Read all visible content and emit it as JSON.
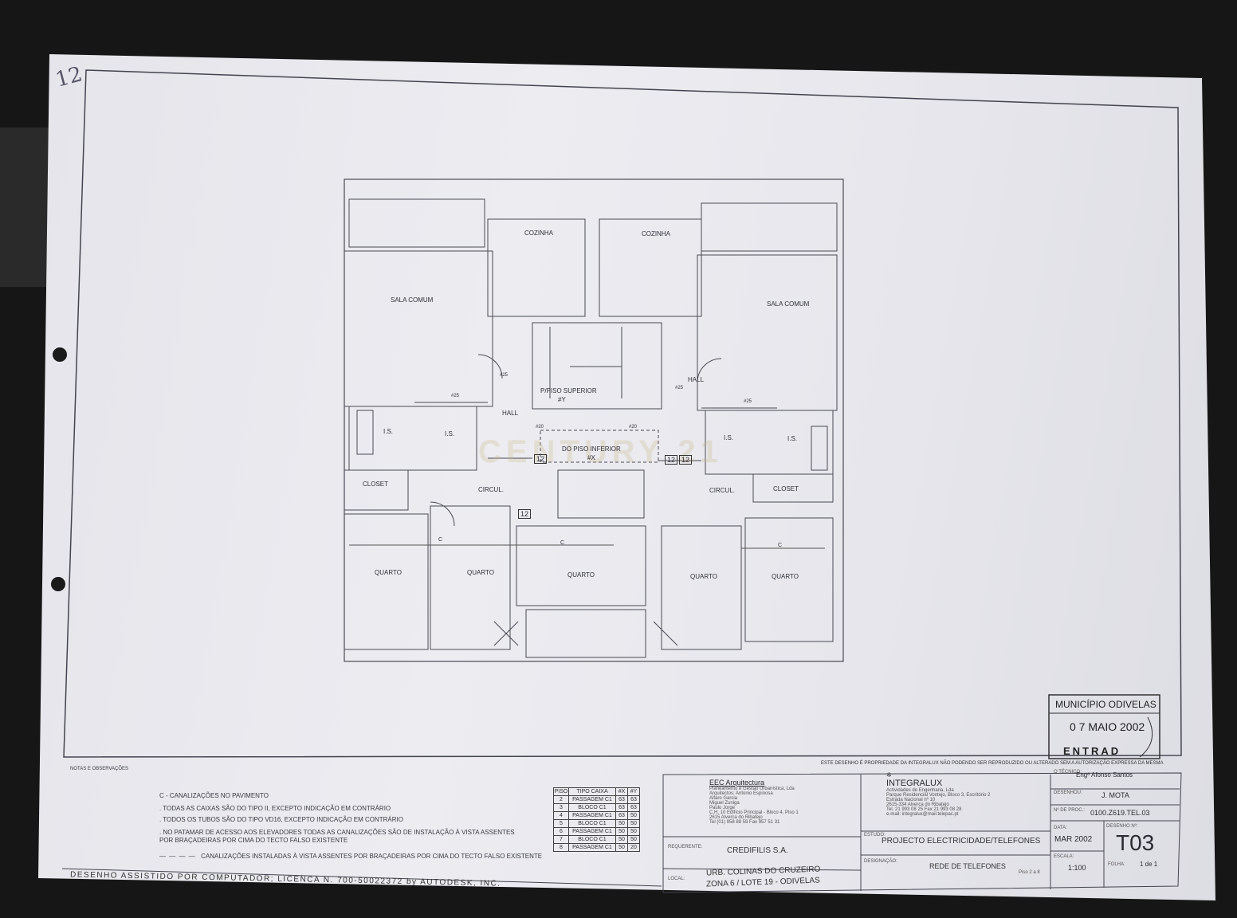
{
  "handwritten_mark": "12",
  "plan": {
    "rooms": [
      {
        "label": "COZINHA"
      },
      {
        "label": "COZINHA"
      },
      {
        "label": "SALA COMUM"
      },
      {
        "label": "SALA COMUM"
      },
      {
        "label": "HALL"
      },
      {
        "label": "HALL"
      },
      {
        "label": "P/PISO SUPERIOR"
      },
      {
        "label": "#Y"
      },
      {
        "label": "DO PISO INFERIOR"
      },
      {
        "label": "#X"
      },
      {
        "label": "I.S."
      },
      {
        "label": "I.S."
      },
      {
        "label": "I.S."
      },
      {
        "label": "I.S."
      },
      {
        "label": "CLOSET"
      },
      {
        "label": "CLOSET"
      },
      {
        "label": "CIRCUL."
      },
      {
        "label": "CIRCUL."
      },
      {
        "label": "QUARTO"
      },
      {
        "label": "QUARTO"
      },
      {
        "label": "QUARTO"
      },
      {
        "label": "QUARTO"
      },
      {
        "label": "QUARTO"
      }
    ],
    "pipe_labels": [
      "#25",
      "#25",
      "#25",
      "#25",
      "#20",
      "#20"
    ],
    "box_labels": [
      "12",
      "12",
      "12",
      "12"
    ],
    "conduit_labels": [
      "C",
      "C",
      "C"
    ],
    "watermark": "CENTURY 21"
  },
  "notes": {
    "title": "NOTAS E OBSERVAÇÕES",
    "lines": [
      "C - CANALIZAÇÕES NO PAVIMENTO",
      ". TODAS AS CAIXAS SÃO DO TIPO II, EXCEPTO INDICAÇÃO EM CONTRÁRIO",
      ". TODOS OS TUBOS SÃO DO TIPO VD16, EXCEPTO INDICAÇÃO EM CONTRÁRIO",
      ". NO PATAMAR DE ACESSO AOS ELEVADORES TODAS AS CANALIZAÇÕES SÃO DE INSTALAÇÃO À VISTA ASSENTES",
      "POR BRAÇADEIRAS POR CIMA DO TECTO FALSO EXISTENTE",
      "CANALIZAÇÕES INSTALADAS À VISTA ASSENTES POR BRAÇADEIRAS POR CIMA DO TECTO FALSO EXISTENTE"
    ],
    "license": "DESENHO ASSISTIDO POR COMPUTADOR; LICENCA   N. 700-50022372 by AUTODESK, INC."
  },
  "piso_table": {
    "headers": [
      "PISO",
      "TIPO CAIXA",
      "#X",
      "#Y"
    ],
    "rows": [
      [
        "2",
        "PASSAGEM C1",
        "63",
        "63"
      ],
      [
        "3",
        "BLOCO C1",
        "63",
        "63"
      ],
      [
        "4",
        "PASSAGEM C1",
        "63",
        "50"
      ],
      [
        "5",
        "BLOCO C1",
        "50",
        "50"
      ],
      [
        "6",
        "PASSAGEM C1",
        "50",
        "50"
      ],
      [
        "7",
        "BLOCO C1",
        "50",
        "50"
      ],
      [
        "8",
        "PASSAGEM C1",
        "50",
        "20"
      ]
    ]
  },
  "title_block": {
    "property_notice": "ESTE DESENHO É PROPRIEDADE DA INTEGRALUX NÃO PODENDO SER REPRODUZIDO OU ALTERADO SEM A AUTORIZAÇÃO EXPRESSA DA MESMA",
    "architect": {
      "name": "EEC Arquitectura",
      "sub": "Planeamento e Gestão Urbanística, Lda",
      "details": [
        "Arquitectos: Antonio Espinosa",
        "Alfaro Garcia",
        "Miguel Zuniga",
        "Paulo Jorge",
        "C.H. 10 Edifício Principal - Bloco 4, Piso 1",
        "2615 Alverca do Ribatejo",
        "Tel (01) 958 88 59  Fax 957 51 31"
      ]
    },
    "engineer": {
      "name": "INTEGRALUX",
      "sub": "Actividades de Engenharia, Lda",
      "details": [
        "Parque Residencial Vontejo, Bloco 3, Escritório 2",
        "Estrada Nacional nº 10",
        "2615-334  Alverca do Ribatejo",
        "Tel. 21 993 08 25   Fax 21 993 08 28",
        "e-mail: integralux@mail.telepac.pt"
      ]
    },
    "requerente_label": "REQUERENTE:",
    "requerente": "CREDIFILIS S.A.",
    "local_label": "LOCAL:",
    "local_1": "URB. COLINAS DO CRUZEIRO",
    "local_2": "ZONA 6 / LOTE 19 - ODIVELAS",
    "estudo_label": "ESTUDO:",
    "estudo": "PROJECTO ELECTRICIDADE/TELEFONES",
    "designacao_label": "DESIGNAÇÃO:",
    "designacao": "REDE DE TELEFONES",
    "piso": "Piso 2 a 8",
    "tecnico_label": "O TÉCNICO:",
    "tecnico": "Engª Afonso Santos",
    "desenhou_label": "DESENHOU:",
    "desenhou": "J. MOTA",
    "proc_label": "Nº DE PROC.:",
    "proc": "0100.Z619.TEL.03",
    "data_label": "DATA:",
    "data": "MAR 2002",
    "desenho_label": "DESENHO Nº:",
    "desenho": "T03",
    "escala_label": "ESCALA:",
    "escala": "1:100",
    "folha_label": "FOLHA:",
    "folha": "1 de 1"
  },
  "stamp": {
    "title": "MUNICÍPIO ODIVELAS",
    "date": "0 7 MAIO 2002",
    "entry": "ENTRAD"
  }
}
